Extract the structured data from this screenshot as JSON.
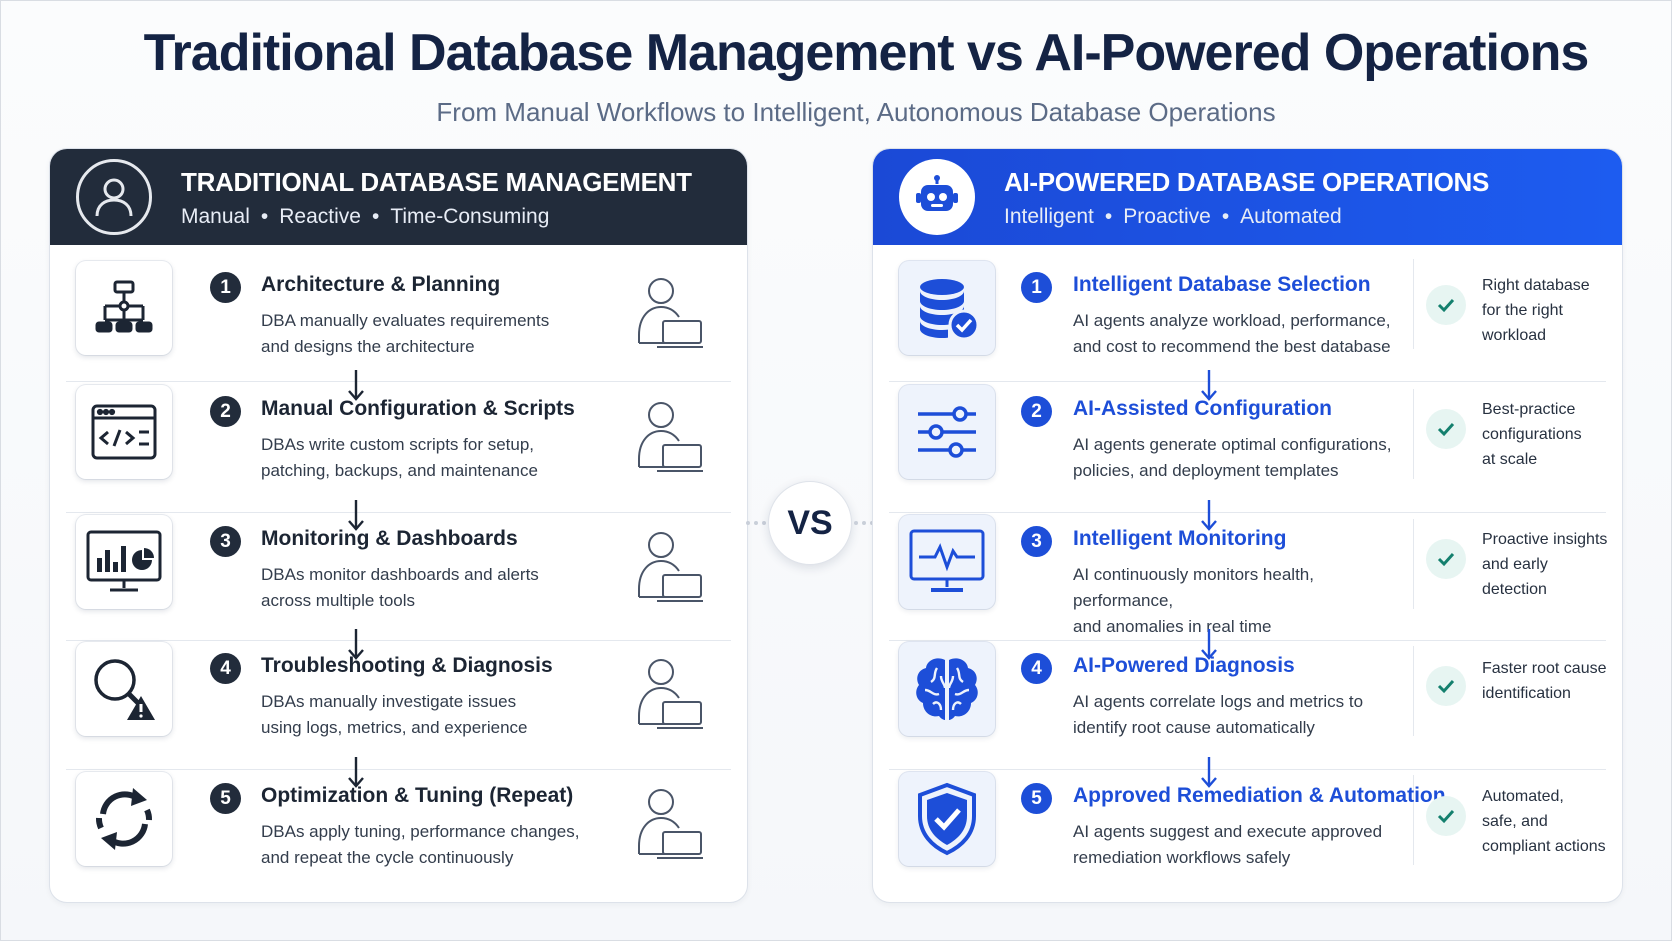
{
  "title": "Traditional Database Management vs AI-Powered Operations",
  "subtitle": "From Manual Workflows to Intelligent, Autonomous Database Operations",
  "vs_label": "VS",
  "colors": {
    "dark_header": "#222c3b",
    "blue_header": "#1d4ed8",
    "title_navy": "#142344",
    "check_green": "#14806e"
  },
  "traditional": {
    "heading": "TRADITIONAL DATABASE MANAGEMENT",
    "tags": [
      "Manual",
      "Reactive",
      "Time-Consuming"
    ],
    "header_icon": "user-icon",
    "steps": [
      {
        "number": "1",
        "title": "Architecture & Planning",
        "desc_line1": "DBA manually evaluates requirements",
        "desc_line2": "and designs the architecture",
        "icon": "architecture-diagram-icon"
      },
      {
        "number": "2",
        "title": "Manual Configuration & Scripts",
        "desc_line1": "DBAs write custom scripts for setup,",
        "desc_line2": "patching, backups, and maintenance",
        "icon": "code-window-icon"
      },
      {
        "number": "3",
        "title": "Monitoring & Dashboards",
        "desc_line1": "DBAs monitor dashboards and alerts",
        "desc_line2": "across multiple tools",
        "icon": "dashboard-monitor-icon"
      },
      {
        "number": "4",
        "title": "Troubleshooting & Diagnosis",
        "desc_line1": "DBAs manually investigate issues",
        "desc_line2": "using logs, metrics, and experience",
        "icon": "magnifier-warning-icon"
      },
      {
        "number": "5",
        "title": "Optimization & Tuning (Repeat)",
        "desc_line1": "DBAs apply tuning, performance changes,",
        "desc_line2": "and repeat the cycle continuously",
        "icon": "refresh-cycle-icon"
      }
    ]
  },
  "ai": {
    "heading": "AI-POWERED DATABASE OPERATIONS",
    "tags": [
      "Intelligent",
      "Proactive",
      "Automated"
    ],
    "header_icon": "robot-icon",
    "steps": [
      {
        "number": "1",
        "title": "Intelligent Database Selection",
        "desc_line1": "AI agents analyze workload, performance,",
        "desc_line2": "and cost to recommend the best database",
        "icon": "database-check-icon",
        "benefit": [
          "Right database",
          "for the right",
          "workload"
        ]
      },
      {
        "number": "2",
        "title": "AI-Assisted Configuration",
        "desc_line1": "AI agents generate optimal configurations,",
        "desc_line2": "policies, and deployment templates",
        "icon": "sliders-icon",
        "benefit": [
          "Best-practice",
          "configurations",
          "at scale"
        ]
      },
      {
        "number": "3",
        "title": "Intelligent Monitoring",
        "desc_line1": "AI continuously monitors health, performance,",
        "desc_line2": "and anomalies in real time",
        "icon": "heartbeat-monitor-icon",
        "benefit": [
          "Proactive insights",
          "and early",
          "detection"
        ]
      },
      {
        "number": "4",
        "title": "AI-Powered Diagnosis",
        "desc_line1": "AI agents correlate logs and metrics to",
        "desc_line2": "identify root cause automatically",
        "icon": "brain-icon",
        "benefit": [
          "Faster root cause",
          "identification"
        ]
      },
      {
        "number": "5",
        "title": "Approved Remediation & Automation",
        "desc_line1": "AI agents suggest and execute approved",
        "desc_line2": "remediation workflows safely",
        "icon": "shield-check-icon",
        "benefit": [
          "Automated,",
          "safe, and",
          "compliant actions"
        ]
      }
    ]
  }
}
